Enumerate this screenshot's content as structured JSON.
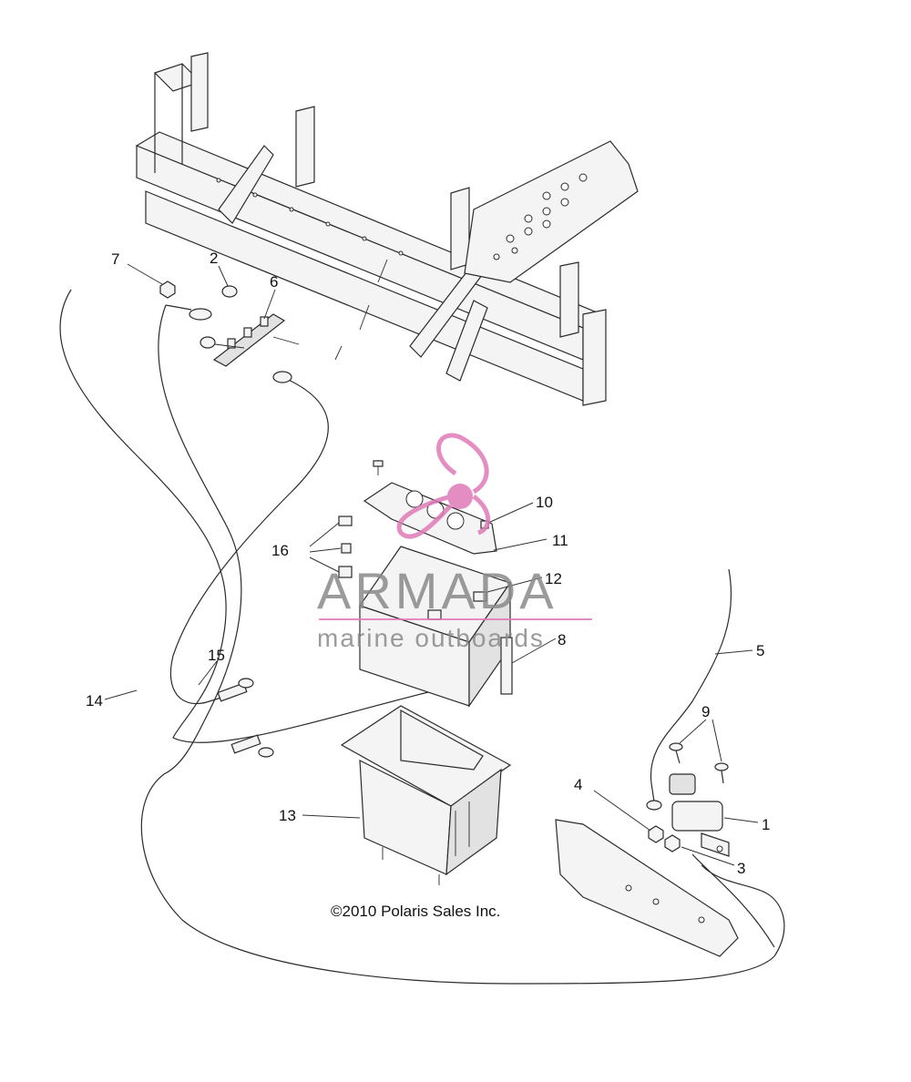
{
  "callouts": {
    "c1": "1",
    "c2": "2",
    "c3": "3",
    "c4": "4",
    "c5": "5",
    "c6": "6",
    "c7": "7",
    "c8": "8",
    "c9": "9",
    "c10": "10",
    "c11": "11",
    "c12": "12",
    "c13": "13",
    "c14": "14",
    "c15": "15",
    "c16": "16"
  },
  "copyright": "©2010 Polaris Sales Inc.",
  "watermark": {
    "brand": "ARMADA",
    "tagline": "marine outboards",
    "accent_color": "#e07ab8"
  }
}
